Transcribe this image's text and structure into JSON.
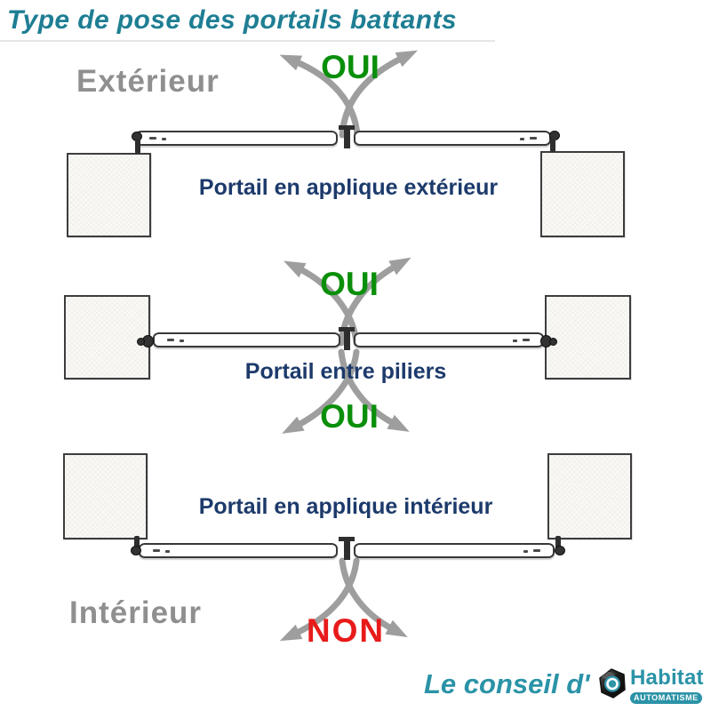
{
  "title": "Type de pose des portails battants",
  "zone_labels": {
    "exterior": "Extérieur",
    "interior": "Intérieur"
  },
  "sections": [
    {
      "id": "applique-exterieur",
      "caption": "Portail en applique extérieur",
      "verdict_above": "OUI"
    },
    {
      "id": "entre-piliers",
      "caption": "Portail entre piliers",
      "verdict_above": "OUI",
      "verdict_below": "OUI"
    },
    {
      "id": "applique-interieur",
      "caption": "Portail en applique intérieur",
      "verdict_below": "NON"
    }
  ],
  "footer": {
    "lead_text": "Le conseil d'",
    "brand_name": "Habitat",
    "brand_subtitle": "AUTOMATISME"
  },
  "colors": {
    "teal": "#1e7e93",
    "tealbright": "#2b93a7",
    "green": "#0a8f0a",
    "red": "#e81a1a",
    "graytext": "#8f8f8f",
    "navy": "#1c3a6b",
    "arrow": "#9e9e9e"
  }
}
